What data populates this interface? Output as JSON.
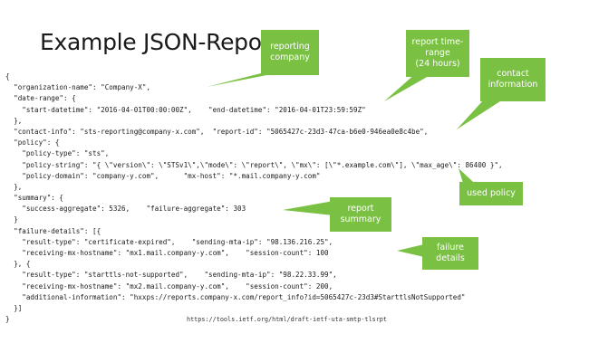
{
  "title": "Example JSON-Report",
  "code_lines": [
    "{",
    "  \"organization-name\": \"Company-X\",",
    "  \"date-range\": {",
    "    \"start-datetime\": \"2016-04-01T00:00:00Z\",    \"end-datetime\": \"2016-04-01T23:59:59Z\"",
    "  },",
    "  \"contact-info\": \"sts-reporting@company-x.com\",  \"report-id\": \"5065427c-23d3-47ca-b6e0-946ea0e8c4be\",",
    "  \"policy\": {",
    "    \"policy-type\": \"sts\",",
    "    \"policy-string\": \"{ \\\"version\\\": \\\"STSv1\\\",\\\"mode\\\": \\\"report\\\", \\\"mx\\\": [\\\"*.example.com\\\"], \\\"max_age\\\": 86400 }\",",
    "    \"policy-domain\": \"company-y.com\",      \"mx-host\": \"*.mail.company-y.com\"",
    "  },",
    "  \"summary\": {",
    "    \"success-aggregate\": 5326,    \"failure-aggregate\": 303",
    "  }",
    "  \"failure-details\": [{",
    "    \"result-type\": \"certificate-expired\",    \"sending-mta-ip\": \"98.136.216.25\",",
    "    \"receiving-mx-hostname\": \"mx1.mail.company-y.com\",    \"session-count\": 100",
    "  }, {",
    "    \"result-type\": \"starttls-not-supported\",    \"sending-mta-ip\": \"98.22.33.99\",",
    "    \"receiving-mx-hostname\": \"mx2.mail.company-y.com\",    \"session-count\": 200,",
    "    \"additional-information\": \"hxxps://reports.company-x.com/report_info?id=5065427c-23d3#StarttlsNotSupported\"",
    "  }]",
    "}"
  ],
  "source_url": "https://tools.ietf.org/html/draft-ietf-uta-smtp-tlsrpt",
  "callouts": {
    "reporting": [
      "reporting",
      "company"
    ],
    "time_range": [
      "report time-",
      "range",
      "(24 hours)"
    ],
    "contact": [
      "contact",
      "information"
    ],
    "used_policy": [
      "used policy"
    ],
    "summary": [
      "report",
      "summary"
    ],
    "failure": [
      "failure",
      "details"
    ]
  },
  "colors": {
    "callout_bg": "#7ac143",
    "callout_text": "#ffffff",
    "text": "#1a1a1a"
  }
}
